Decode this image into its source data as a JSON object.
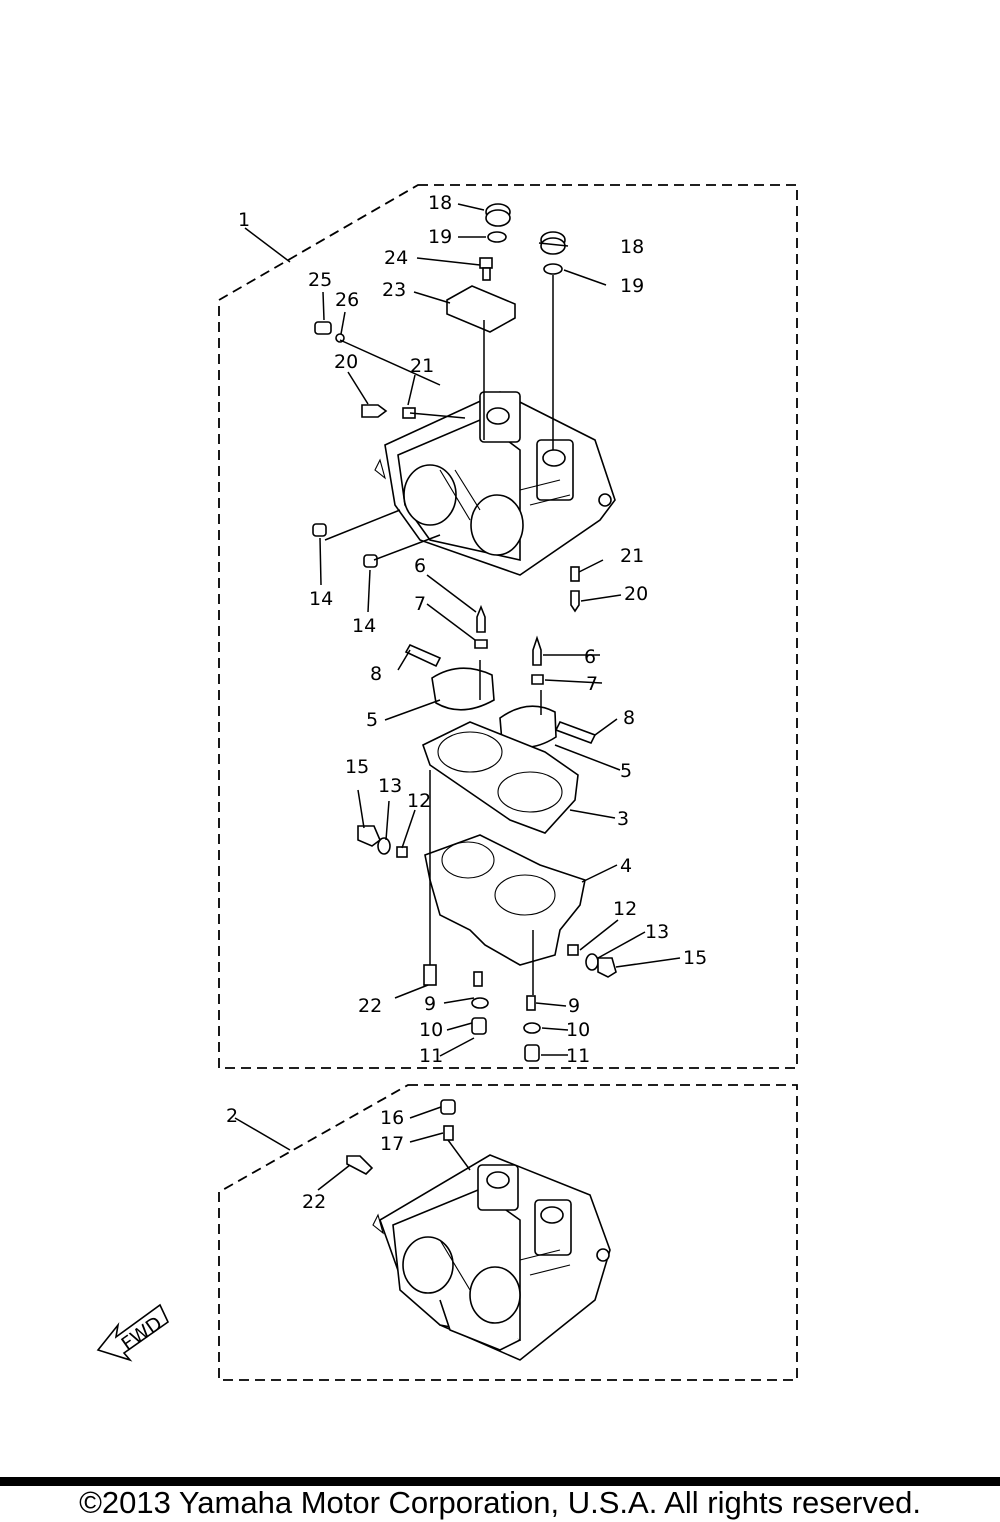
{
  "labels": {
    "l1": "1",
    "l2": "2",
    "l18a": "18",
    "l19a": "19",
    "l24": "24",
    "l23": "23",
    "l18b": "18",
    "l19b": "19",
    "l25": "25",
    "l26": "26",
    "l20a": "20",
    "l21a": "21",
    "l14a": "14",
    "l14b": "14",
    "l21b": "21",
    "l20b": "20",
    "l6a": "6",
    "l7a": "7",
    "l8a": "8",
    "l5a": "5",
    "l6b": "6",
    "l7b": "7",
    "l8b": "8",
    "l5b": "5",
    "l3": "3",
    "l4": "4",
    "l15a": "15",
    "l13a": "13",
    "l12a": "12",
    "l12b": "12",
    "l13b": "13",
    "l15b": "15",
    "l22a": "22",
    "l9a": "9",
    "l10a": "10",
    "l11a": "11",
    "l9b": "9",
    "l10b": "10",
    "l11b": "11",
    "l16": "16",
    "l17": "17",
    "l22b": "22"
  },
  "fwd_label": "FWD",
  "footer": {
    "copyright": "©2013 Yamaha Motor Corporation, U.S.A. All rights reserved."
  }
}
